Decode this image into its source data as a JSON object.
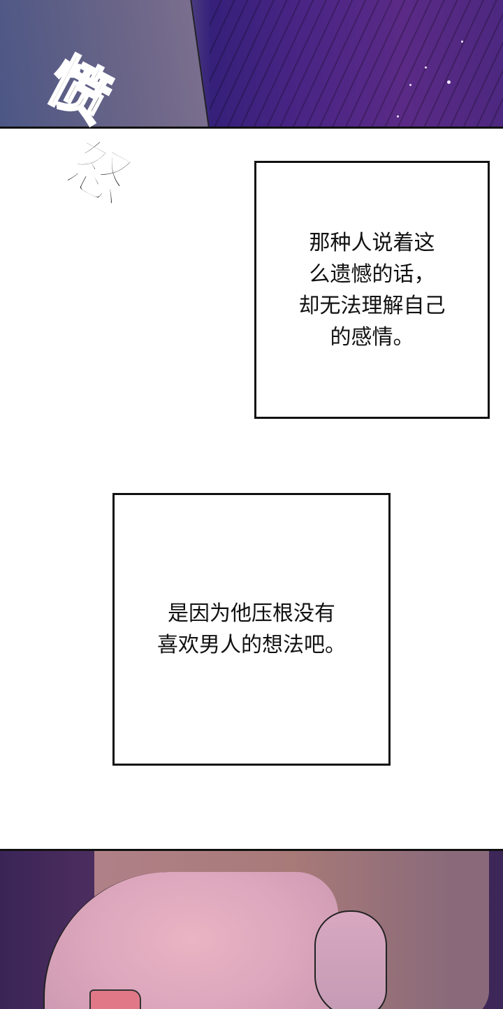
{
  "panels": [
    {
      "id": "top-panel",
      "description": "purple night background with speed lines, shoulder of a figure",
      "colors": {
        "left": "#4b5685",
        "right": "#5a2a86"
      }
    },
    {
      "id": "bottom-panel",
      "description": "close-up of a brown-haired person's face in profile, mouth open",
      "colors": {
        "background": "#3a2456",
        "skin": "#e4aec0",
        "hair": "#a87a78"
      }
    }
  ],
  "sound_effect": {
    "chars": [
      "愤",
      "怒"
    ]
  },
  "narration": [
    {
      "id": "box1",
      "text": "那种人说着这\n么遗憾的话，\n却无法理解自己\n的感情。"
    },
    {
      "id": "box2",
      "text": "是因为他压根没有\n喜欢男人的想法吧。"
    }
  ]
}
